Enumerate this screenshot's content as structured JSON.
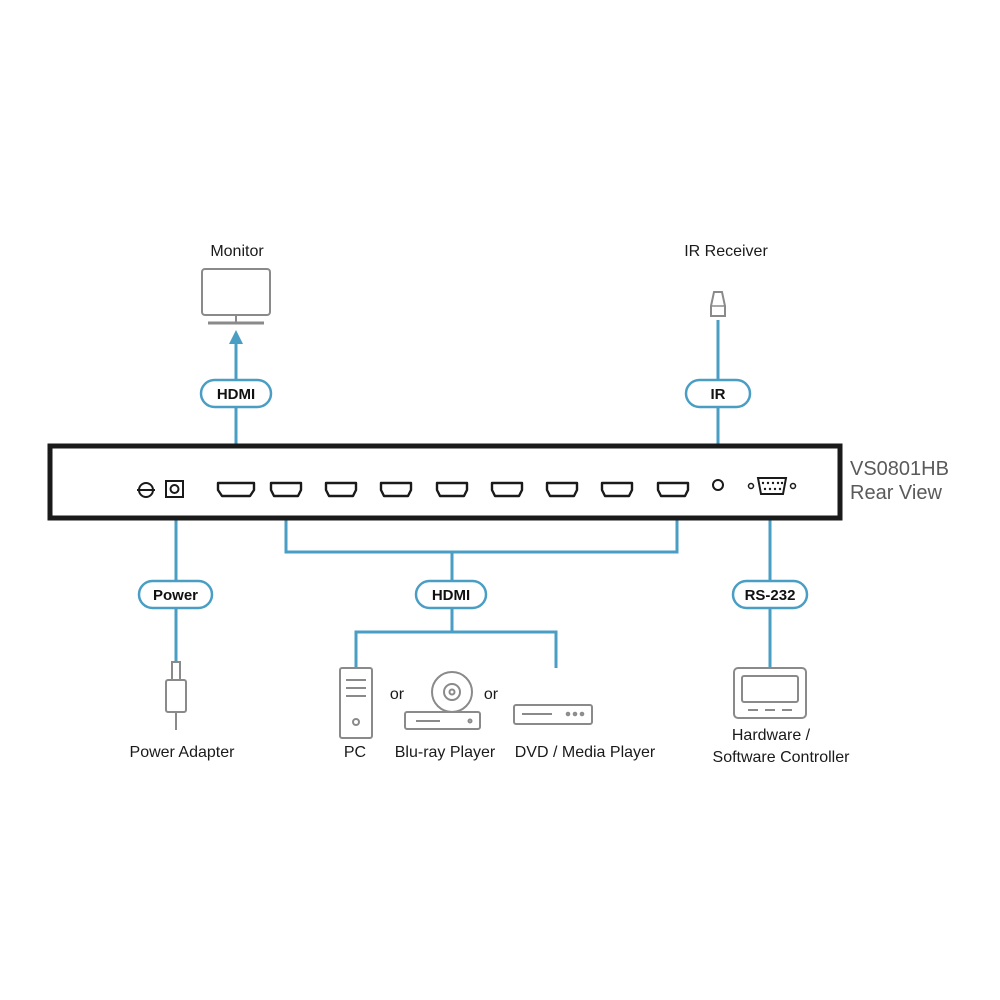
{
  "device": {
    "model": "VS0801HB",
    "view": "Rear View"
  },
  "connections": {
    "monitor_cable": "HDMI",
    "ir_cable": "IR",
    "power_cable": "Power",
    "sources_cable": "HDMI",
    "rs232_cable": "RS-232"
  },
  "devices": {
    "monitor": "Monitor",
    "ir_receiver": "IR Receiver",
    "power_adapter": "Power Adapter",
    "pc": "PC",
    "bluray": "Blu-ray Player",
    "dvd": "DVD / Media Player",
    "controller_line1": "Hardware /",
    "controller_line2": "Software Controller"
  },
  "separators": {
    "or1": "or",
    "or2": "or"
  },
  "colors": {
    "cable": "#4a9ec4",
    "device_outline": "#8a8a8a",
    "panel": "#1a1a1a"
  },
  "icons": {
    "monitor": "monitor-icon",
    "ir_receiver": "ir-receiver-icon",
    "power_adapter": "power-plug-icon",
    "pc": "pc-tower-icon",
    "bluray": "disc-player-icon",
    "dvd": "media-player-icon",
    "controller": "controller-terminal-icon"
  }
}
